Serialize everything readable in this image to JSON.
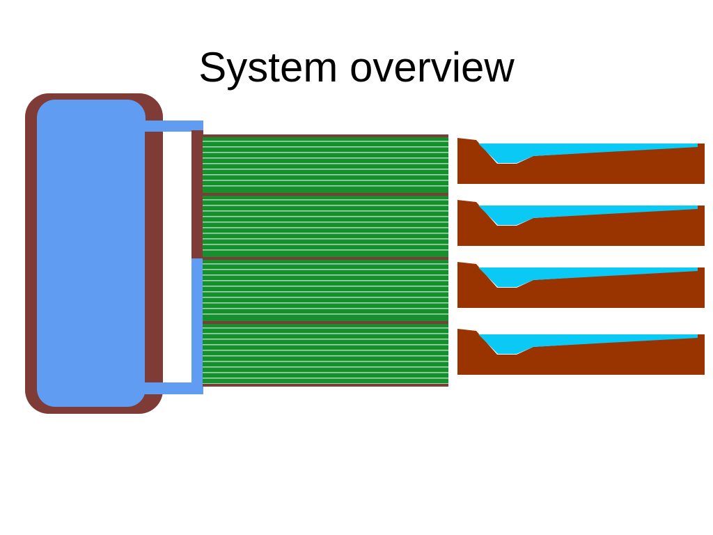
{
  "slide": {
    "title": "System overview"
  },
  "diagram": {
    "components": [
      "storage-tank",
      "distribution-pipes",
      "green-panels",
      "channel-profiles"
    ],
    "panel_count": 4,
    "channel_count": 4,
    "colors": {
      "tank_outer": "#7f3b35",
      "tank_inner": "#5f9cf2",
      "pipe": "#5f9cf2",
      "panel_green": "#16902e",
      "panel_stripe": "#9fd8a8",
      "panel_border": "#7f3b35",
      "soil": "#993300",
      "water": "#0acaf5"
    }
  }
}
